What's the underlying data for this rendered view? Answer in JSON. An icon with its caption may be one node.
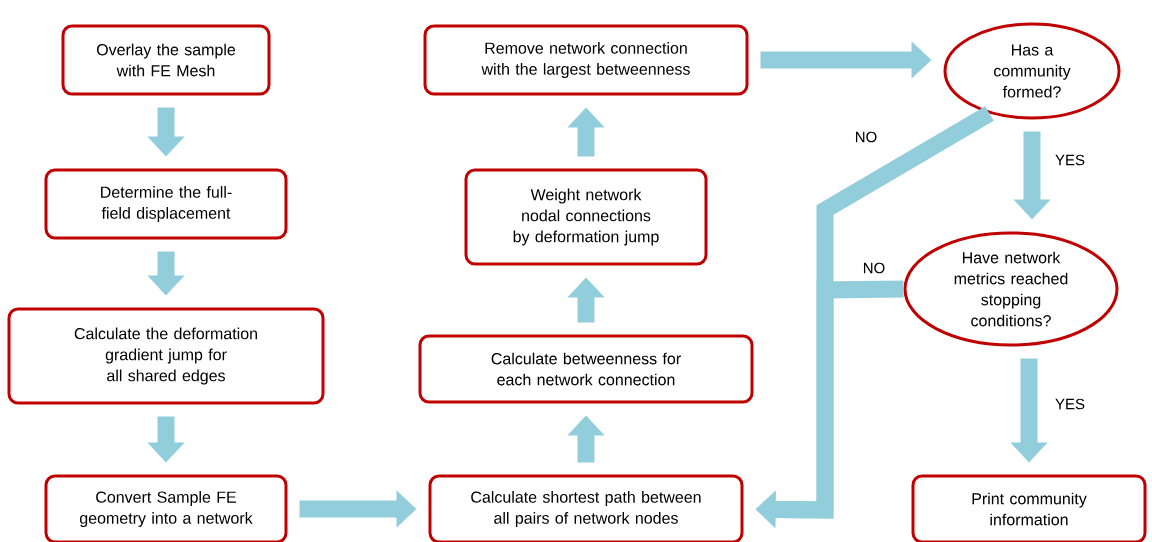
{
  "diagram": {
    "nodes": [
      {
        "text": [
          "Overlay the sample with FE Mesh"
        ]
      },
      {
        "text": [
          "Determine the full-field displacement"
        ]
      },
      {
        "text": [
          "Calculate the deformation gradient jump for all shared edges"
        ]
      },
      {
        "text": [
          "Convert Sample FE geometry into a network"
        ]
      },
      {
        "text": [
          "Calculate shortest path between all pairs of network nodes"
        ]
      },
      {
        "text": [
          "Calculate betweenness for each network connection"
        ]
      },
      {
        "text": [
          "Weight network nodal connections by deformation jump"
        ]
      },
      {
        "text": [
          "Remove network connection with the largest betweenness"
        ]
      },
      {
        "text": [
          "Has a community formed?"
        ]
      },
      {
        "text": [
          "Have network metrics reached stopping conditions?"
        ]
      },
      {
        "text": [
          "Print community information"
        ]
      }
    ],
    "edges": [
      {
        "from": 0,
        "to": 1,
        "arrow": "to"
      },
      {
        "from": 1,
        "to": 2,
        "arrow": "to"
      },
      {
        "from": 2,
        "to": 3,
        "arrow": "to"
      },
      {
        "from": 3,
        "to": 4,
        "arrow": "to"
      },
      {
        "from": 4,
        "to": 5,
        "arrow": "to"
      },
      {
        "from": 5,
        "to": 6,
        "arrow": "to"
      },
      {
        "from": 6,
        "to": 7,
        "arrow": "to"
      },
      {
        "from": 7,
        "to": 8,
        "arrow": "to"
      },
      {
        "from": 8,
        "to": 9,
        "arrow": "to",
        "label": "YES"
      },
      {
        "from": 9,
        "to": 10,
        "arrow": "to",
        "label": "YES"
      },
      {
        "from": 8,
        "to": 4,
        "arrow": "to",
        "label": "NO"
      },
      {
        "from": 9,
        "to": 4,
        "arrow": "to",
        "label": "NO"
      }
    ]
  }
}
